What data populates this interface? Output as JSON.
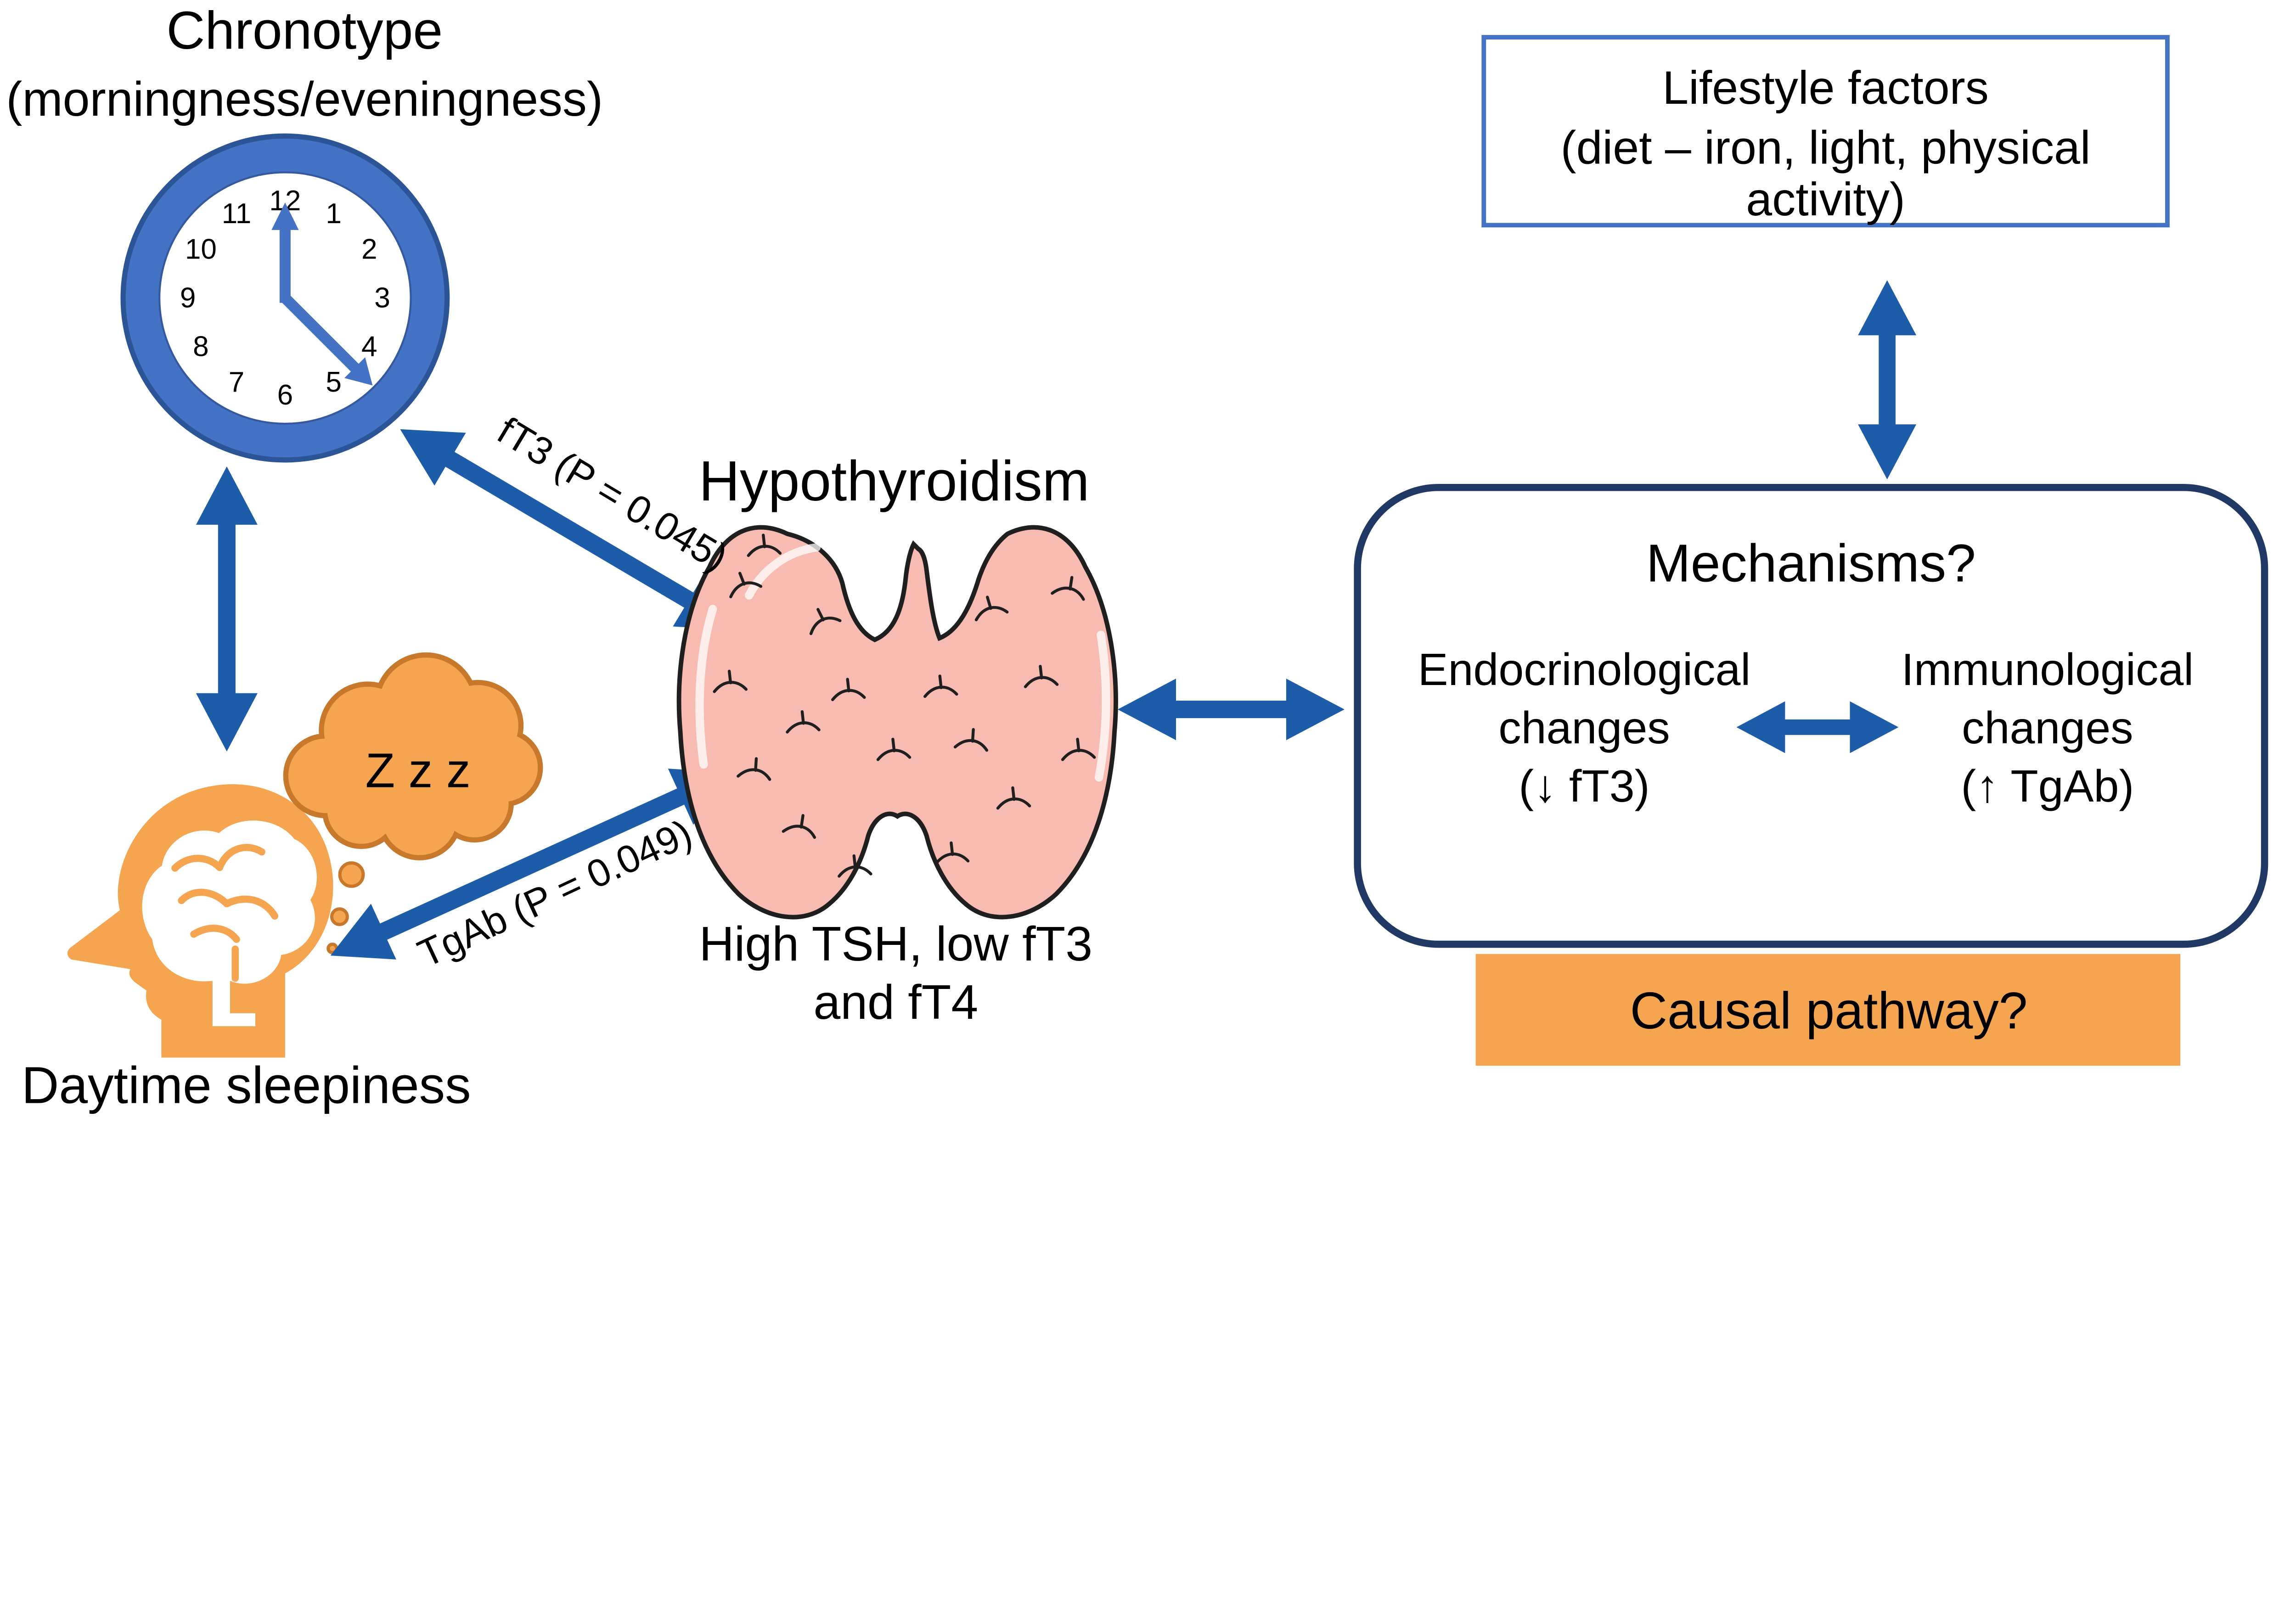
{
  "figure": {
    "background": "#FFFFFF"
  },
  "colors": {
    "arrow_blue": "#1D5CA8",
    "clock_blue": "#4472C4",
    "clock_rim_stroke": "#2B5597",
    "lifestyle_border": "#4472C4",
    "mechanisms_border": "#1F3864",
    "orange": "#F5A54F",
    "orange_border": "#C7782A",
    "thyroid_pink": "#F8BBB1",
    "thyroid_outline": "#1F1F1F",
    "text_black": "#000000"
  },
  "chronotype": {
    "title": "Chronotype",
    "subtitle": "(morningness/eveningness)"
  },
  "clock": {
    "numbers": [
      "12",
      "1",
      "2",
      "3",
      "4",
      "5",
      "6",
      "7",
      "8",
      "9",
      "10",
      "11"
    ]
  },
  "sleepiness": {
    "label": "Daytime sleepiness",
    "zzz": "Z z z"
  },
  "hypothyroidism": {
    "title": "Hypothyroidism",
    "caption_line1": "High TSH, low fT3",
    "caption_line2": "and fT4"
  },
  "associations": {
    "ft3_label": "fT3 (P = 0.045)",
    "tgab_label": "TgAb (P = 0.049)"
  },
  "lifestyle": {
    "line1": "Lifestyle factors",
    "line2": "(diet – iron, light, physical",
    "line3": "activity)"
  },
  "mechanisms": {
    "title": "Mechanisms?",
    "endocrinological": [
      "Endocrinological",
      "changes",
      "(↓ fT3)"
    ],
    "immunological": [
      "Immunological",
      "changes",
      "(↑ TgAb)"
    ]
  },
  "causal": {
    "label": "Causal pathway?"
  }
}
